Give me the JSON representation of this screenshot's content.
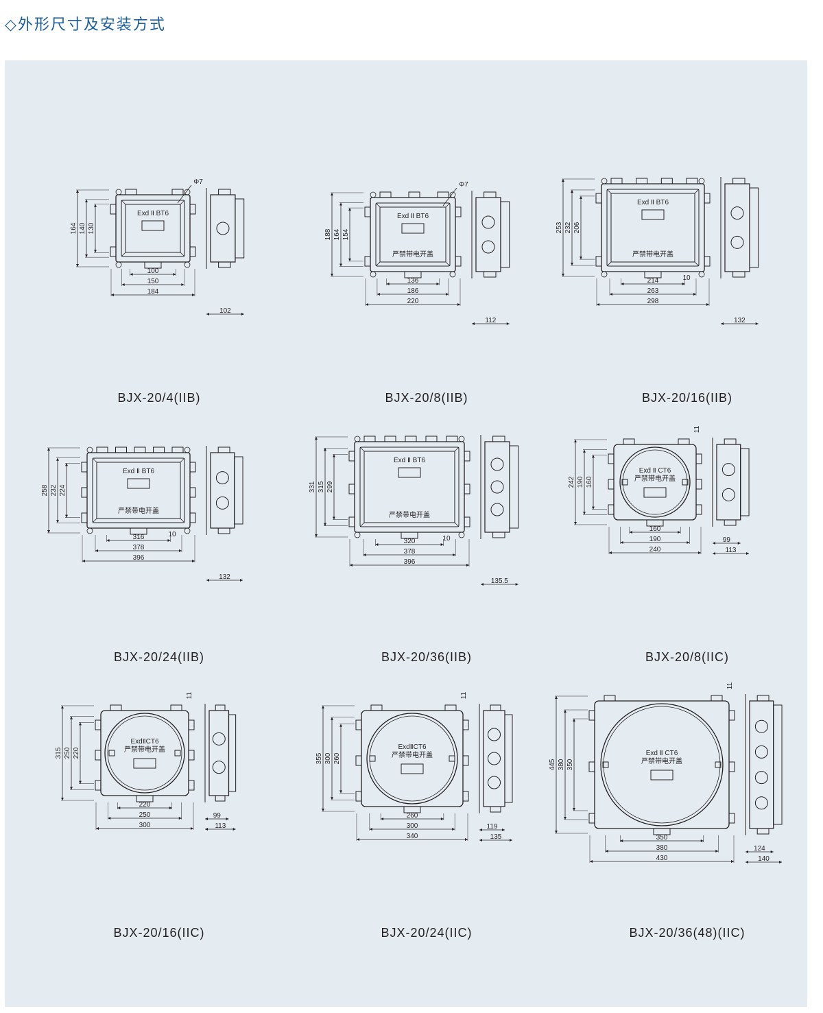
{
  "header": {
    "title": "◇外形尺寸及安装方式"
  },
  "colors": {
    "title": "#1b5f9e",
    "panel": "#e4ecf2",
    "line": "#231f20"
  },
  "diagrams": [
    {
      "model": "BJX-20/4(IIB)",
      "style": "IIB",
      "nameplate": "Exd Ⅱ BT6",
      "warning": "",
      "hole_label": "Φ7",
      "gap_label": "",
      "heights": [
        "164",
        "140",
        "130"
      ],
      "widths": [
        "100",
        "150",
        "184"
      ],
      "depths": [
        "102"
      ],
      "side_holes": 1
    },
    {
      "model": "BJX-20/8(IIB)",
      "style": "IIB",
      "nameplate": "Exd Ⅱ BT6",
      "warning": "严禁带电开盖",
      "hole_label": "Φ7",
      "gap_label": "",
      "heights": [
        "188",
        "164",
        "154"
      ],
      "widths": [
        "136",
        "186",
        "220"
      ],
      "depths": [
        "112"
      ],
      "side_holes": 2
    },
    {
      "model": "BJX-20/16(IIB)",
      "style": "IIB",
      "nameplate": "Exd Ⅱ BT6",
      "warning": "严禁带电开盖",
      "hole_label": "",
      "gap_label": "10",
      "heights": [
        "253",
        "232",
        "206"
      ],
      "widths": [
        "214",
        "263",
        "298"
      ],
      "depths": [
        "132"
      ],
      "side_holes": 2
    },
    {
      "model": "BJX-20/24(IIB)",
      "style": "IIB",
      "nameplate": "Exd Ⅱ BT6",
      "warning": "严禁带电开盖",
      "hole_label": "",
      "gap_label": "10",
      "heights": [
        "258",
        "232",
        "224"
      ],
      "widths": [
        "316",
        "378",
        "396"
      ],
      "depths": [
        "132"
      ],
      "side_holes": 2
    },
    {
      "model": "BJX-20/36(IIB)",
      "style": "IIB",
      "nameplate": "Exd Ⅱ BT6",
      "warning": "严禁带电开盖",
      "hole_label": "",
      "gap_label": "10",
      "heights": [
        "331",
        "315",
        "299"
      ],
      "widths": [
        "320",
        "378",
        "396"
      ],
      "depths": [
        "135.5"
      ],
      "side_holes": 3
    },
    {
      "model": "BJX-20/8(IIC)",
      "style": "IIC",
      "nameplate": "Exd Ⅱ CT6",
      "warning": "严禁带电开盖",
      "hole_label": "",
      "gap_label": "11",
      "heights": [
        "242",
        "190",
        "160"
      ],
      "widths": [
        "160",
        "190",
        "240"
      ],
      "depths": [
        "99",
        "113"
      ],
      "side_holes": 2
    },
    {
      "model": "BJX-20/16(IIC)",
      "style": "IIC",
      "nameplate": "ExdⅡCT6",
      "warning": "严禁带电开盖",
      "hole_label": "",
      "gap_label": "11",
      "heights": [
        "315",
        "250",
        "220"
      ],
      "widths": [
        "220",
        "250",
        "300"
      ],
      "depths": [
        "99",
        "113"
      ],
      "side_holes": 2
    },
    {
      "model": "BJX-20/24(IIC)",
      "style": "IIC",
      "nameplate": "ExdⅡCT6",
      "warning": "严禁带电开盖",
      "hole_label": "",
      "gap_label": "11",
      "heights": [
        "355",
        "300",
        "260"
      ],
      "widths": [
        "260",
        "300",
        "340"
      ],
      "depths": [
        "119",
        "135"
      ],
      "side_holes": 3
    },
    {
      "model": "BJX-20/36(48)(IIC)",
      "style": "IIC",
      "nameplate": "Exd Ⅱ CT6",
      "warning": "严禁带电开盖",
      "hole_label": "",
      "gap_label": "11",
      "heights": [
        "445",
        "380",
        "350"
      ],
      "widths": [
        "350",
        "380",
        "430"
      ],
      "depths": [
        "124",
        "140"
      ],
      "side_holes": 4
    }
  ]
}
